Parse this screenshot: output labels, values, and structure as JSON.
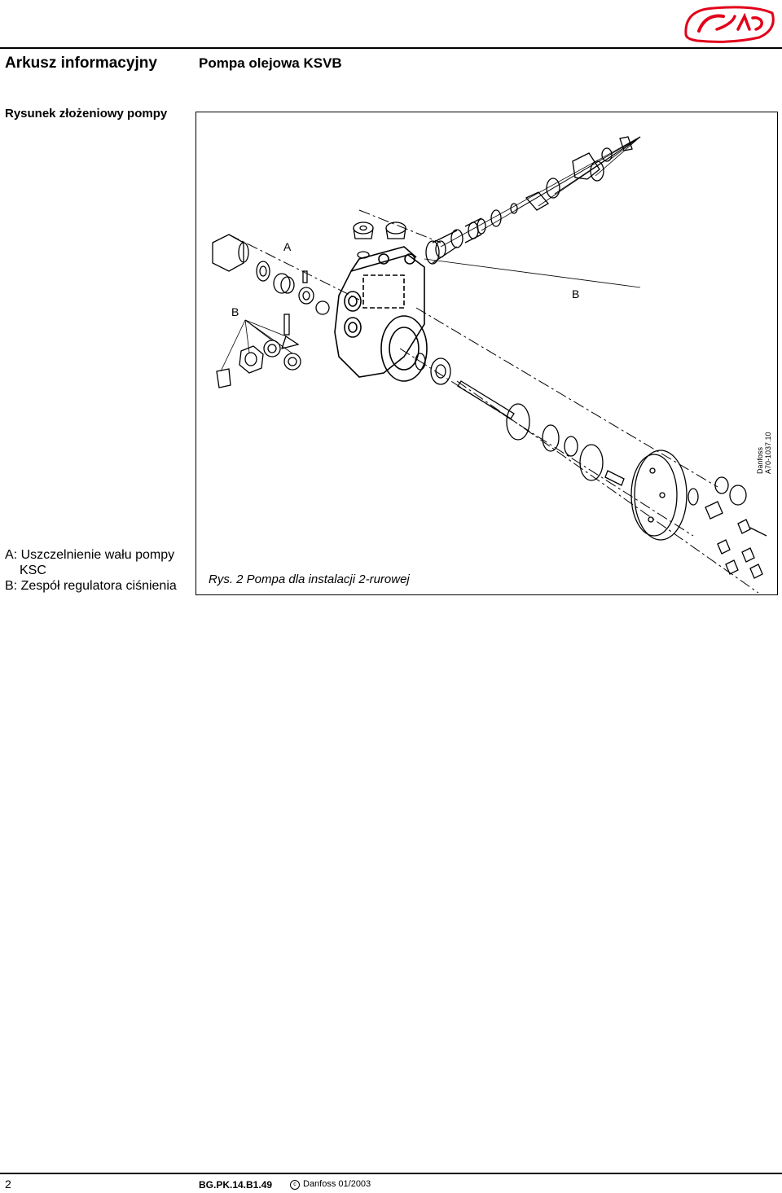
{
  "brand": {
    "name": "Danfoss",
    "color": "#e2001a"
  },
  "header": {
    "doc_type": "Arkusz informacyjny",
    "doc_title": "Pompa olejowa KSVB"
  },
  "section_title": "Rysunek złożeniowy pompy",
  "figure": {
    "label_a": "A",
    "label_b_left": "B",
    "label_b_right": "B",
    "drawing_company": "Danfoss",
    "drawing_code": "A70-1037.10",
    "caption": "Rys. 2 Pompa dla instalacji 2-rurowej"
  },
  "legend": {
    "a_line1": "A: Uszczelnienie wału pompy",
    "a_line2": "KSC",
    "b_line": "B: Zespół regulatora ciśnienia"
  },
  "footer": {
    "page_number": "2",
    "doc_code": "BG.PK.14.B1.49",
    "copyright_symbol": "c",
    "copyright_text": "Danfoss 01/2003"
  }
}
